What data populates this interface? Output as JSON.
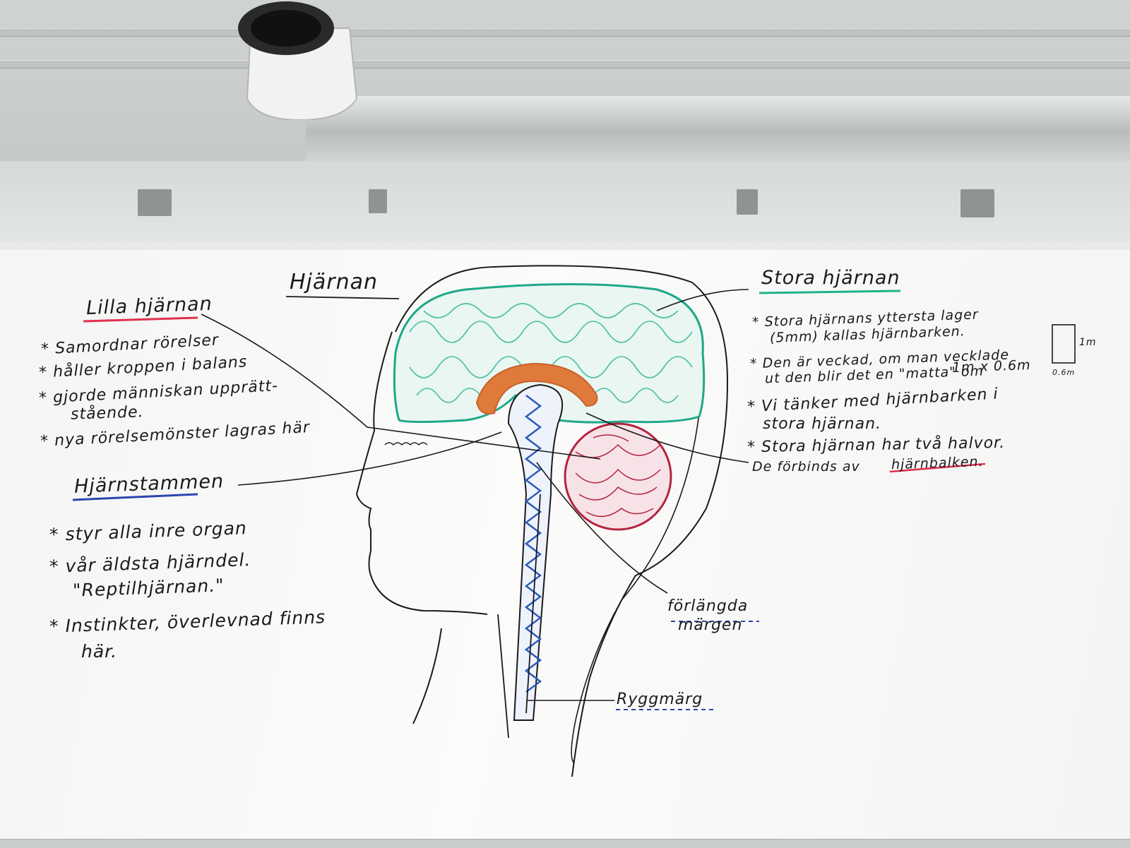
{
  "board": {
    "title": "Hjärnan",
    "lilla": {
      "heading": "Lilla hjärnan",
      "items": [
        "* Samordnar rörelser",
        "* håller kroppen i balans",
        "* gjorde människan upprätt-",
        "stående.",
        "* nya rörelsemönster lagras här"
      ]
    },
    "stam": {
      "heading": "Hjärnstammen",
      "items": [
        "* styr alla inre organ",
        "* vår äldsta hjärndel.",
        "\"Reptilhjärnan.\"",
        "* Instinkter, överlevnad finns",
        "här."
      ]
    },
    "stora": {
      "heading": "Stora hjärnan",
      "items": [
        "* Stora hjärnans yttersta lager",
        "(5mm) kallas hjärnbarken.",
        "* Den är veckad, om man vecklade",
        "ut den blir det en \"matta\" om",
        "1m x 0.6m",
        "* Vi tänker med hjärnbarken i",
        "stora hjärnan.",
        "* Stora hjärnan har två halvor.",
        "De förbinds av",
        "hjärnbalken."
      ],
      "dim_height": "1m",
      "dim_width": "0.6m"
    },
    "labels": {
      "forlangda_1": "förlängda",
      "forlangda_2": "märgen",
      "ryggmarg": "Ryggmärg"
    }
  },
  "colors": {
    "cerebrum": "#1fa888",
    "corpus_callosum": "#e07a3a",
    "cerebellum": "#b3243f",
    "brainstem": "#2a5bb8",
    "underline_red": "#e0304e",
    "underline_blue": "#2b46b0",
    "underline_green": "#1fb38a",
    "ink": "#1a1a1a"
  }
}
